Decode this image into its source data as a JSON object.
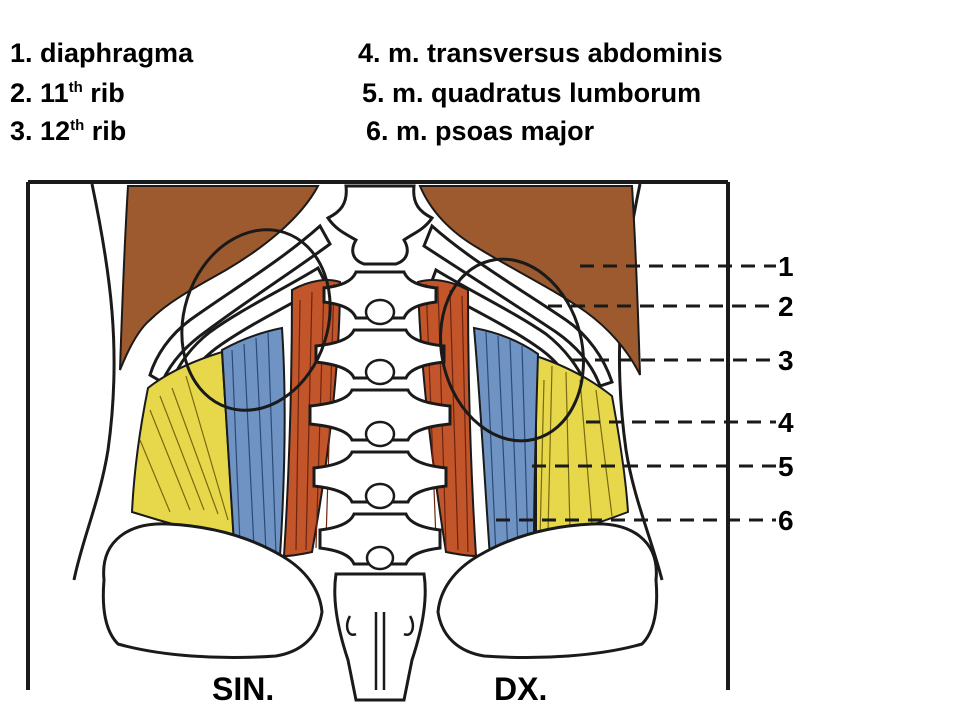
{
  "legend": {
    "items": [
      {
        "number": "1.",
        "name": "diaphragma",
        "suffix": ""
      },
      {
        "number": "2.",
        "name": "11",
        "sup": "th",
        "suffix": " rib"
      },
      {
        "number": "3.",
        "name": "12",
        "sup": "th",
        "suffix": " rib"
      },
      {
        "number": "4.",
        "name": "m. transversus abdominis",
        "suffix": ""
      },
      {
        "number": "5.",
        "name": "m. quadratus lumborum",
        "suffix": ""
      },
      {
        "number": "6.",
        "name": "m. psoas major",
        "suffix": ""
      }
    ]
  },
  "diagram": {
    "side_left": "SIN.",
    "side_right": "DX.",
    "callouts": [
      "1",
      "2",
      "3",
      "4",
      "5",
      "6"
    ],
    "colors": {
      "diaphragm": "#9c5a2e",
      "transversus": "#e6d84a",
      "quadratus": "#6f94c4",
      "psoas": "#c2552a",
      "bone": "#ffffff",
      "outline": "#1a1a1a"
    }
  }
}
